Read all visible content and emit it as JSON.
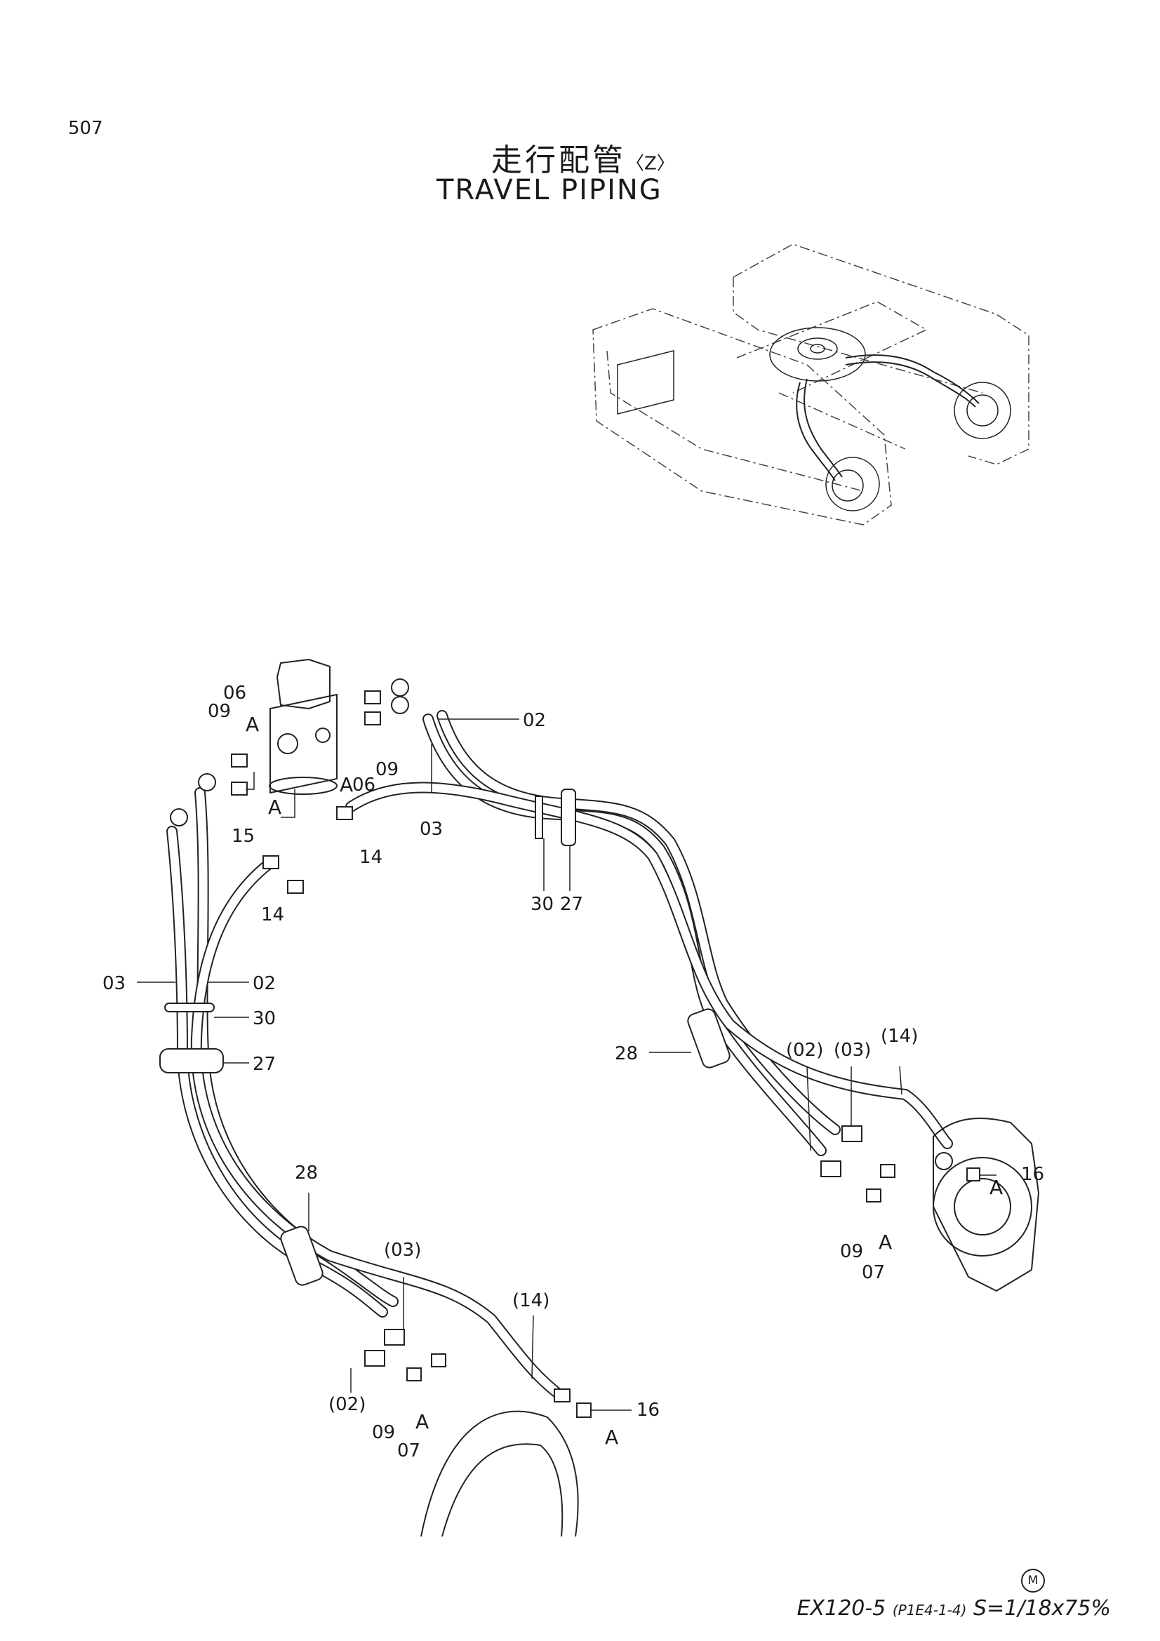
{
  "page_number": "507",
  "title_jp": "走行配管",
  "title_jp_suffix": "〈Z〉",
  "title_en": "TRAVEL PIPING",
  "footer": {
    "model": "EX120-5",
    "ref": "(P1E4-1-4)",
    "scale": "S=1/18x75%",
    "mark": "M"
  },
  "callouts": {
    "c01": "06",
    "c02": "09",
    "c03": "A",
    "c04": "A",
    "c05": "09",
    "c06": "06",
    "c07": "02",
    "c08": "A",
    "c09": "15",
    "c10": "14",
    "c11": "03",
    "c12": "14",
    "c13": "30",
    "c14": "27",
    "c15": "03",
    "c16": "02",
    "c17": "30",
    "c18": "27",
    "c19": "28",
    "c20": "(02)",
    "c21": "(03)",
    "c22": "(14)",
    "c23": "16",
    "c24": "A",
    "c25": "09",
    "c26": "A",
    "c27": "07",
    "c28": "28",
    "c29": "(03)",
    "c30": "(14)",
    "c31": "16",
    "c32": "A",
    "c33": "(02)",
    "c34": "09",
    "c35": "A",
    "c36": "07"
  }
}
